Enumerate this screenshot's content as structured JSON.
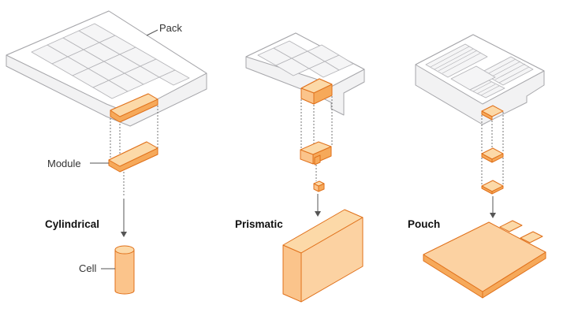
{
  "labels": {
    "pack": "Pack",
    "module": "Module",
    "cell": "Cell"
  },
  "titles": {
    "cylindrical": "Cylindrical",
    "prismatic": "Prismatic",
    "pouch": "Pouch"
  },
  "colors": {
    "accent_outline": "#e0711b",
    "accent_light": "#fcd9a8",
    "accent_mid": "#fbc48b",
    "accent_dark": "#f6a95a",
    "pack_outline": "#a6a6aa"
  }
}
